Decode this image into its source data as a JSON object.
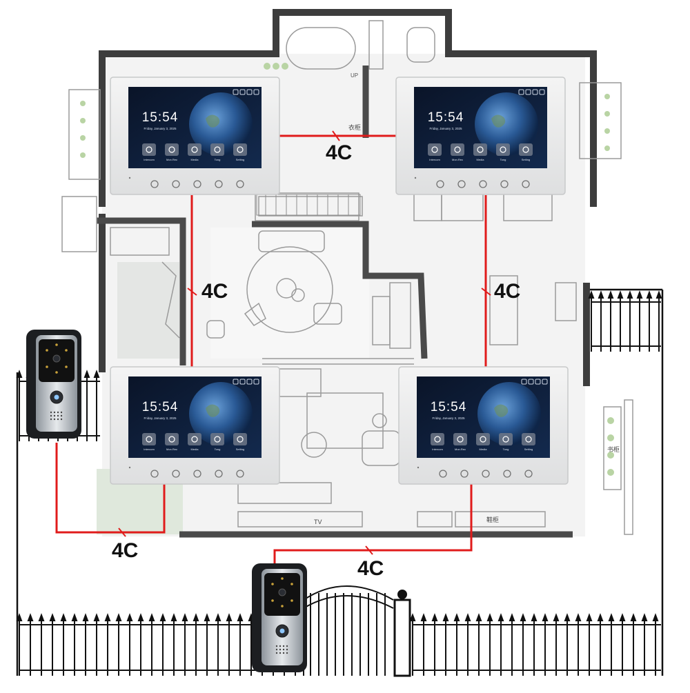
{
  "monitor": {
    "time": "15:54",
    "date": "Friday, January 3, 2025",
    "buttons": [
      "Intercom",
      "Mon.Rec",
      "Media",
      "Tong",
      "Setting"
    ],
    "bottom_icons": [
      "phone-icon",
      "camera-icon",
      "call-icon",
      "unlock-icon",
      "settings-icon"
    ],
    "colors": {
      "bezel": "#e9eaeb",
      "screen": "#0c1a33",
      "earth": "#2f5f9c"
    }
  },
  "cable": {
    "label": "4C",
    "color": "#e01b1b"
  },
  "floorplan": {
    "room_labels": [
      "衣柜",
      "TV",
      "鞋柜",
      "书柜"
    ],
    "stair_label": "UP"
  }
}
